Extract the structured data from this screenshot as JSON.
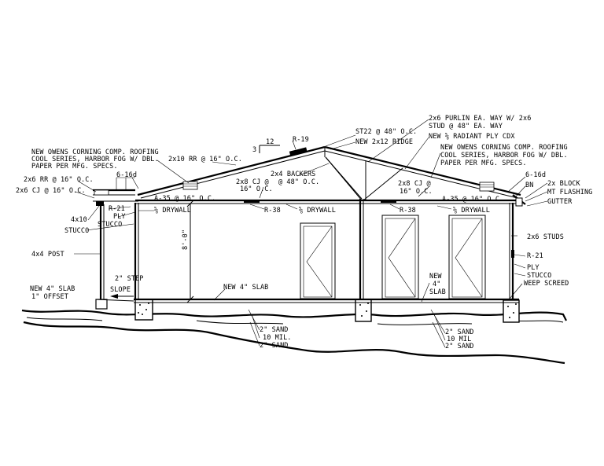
{
  "labels": {
    "roofing_left_1": "NEW OWENS CORNING COMP. ROOFING",
    "roofing_left_2": "COOL SERIES, HARBOR FOG W/ DBL.",
    "roofing_left_3": "PAPER PER MFG. SPECS.",
    "nail_left": "6-16d",
    "rafter_2x6": "2x6 RR @ 16\" O.C.",
    "ceiling_2x6": "2x6 CJ @ 16\" O.C.",
    "rafter_2x10": "2x10 RR @ 16\" O.C.",
    "pitch_rise": "3",
    "pitch_run": "12",
    "insul_r19": "R-19",
    "st22": "ST22 @ 48\" O.C.",
    "ridge": "NEW 2x12 RIDGE",
    "purlin_1": "2x6 PURLIN EA. WAY W/ 2x6",
    "purlin_2": "STUD @ 48\" EA. WAY",
    "radiant_ply": "NEW ⅝ RADIANT PLY CDX",
    "roofing_right_1": "NEW OWENS CORNING COMP. ROOFING",
    "roofing_right_2": "COOL SERIES, HARBOR FOG W/ DBL.",
    "roofing_right_3": "PAPER PER MFG. SPECS.",
    "backers_1": "2x4 BACKERS",
    "backers_2": "@ 48\" O.C.",
    "cj_left_1": "2x8 CJ @",
    "cj_left_2": "16\" O.C.",
    "cj_right_1": "2x8 CJ @",
    "cj_right_2": "16\" O.C.",
    "a35_left": "A-35 @ 16\" O.C.",
    "a35_right": "A-35 @ 16\" O.C.",
    "nail_right": "6-16d",
    "bn": "BN",
    "block_2x": "2x BLOCK",
    "mt_flashing": "MT FLASHING",
    "gutter": "GUTTER",
    "r21_left": "R-21",
    "ply_left": "PLY",
    "stucco_left_1": "STUCCO",
    "stucco_left_2": "STUCCO",
    "beam_4x10": "4x10",
    "drywall_1": "⅝ DRYWALL",
    "drywall_2": "⅝ DRYWALL",
    "drywall_3": "⅝ DRYWALL",
    "r38_left": "R-38",
    "r38_right": "R-38",
    "post_4x4": "4x4 POST",
    "height": "8'-0\"",
    "step": "2\" STEP",
    "slope": "SLOPE",
    "slab_left_1": "NEW 4\" SLAB",
    "slab_left_2": "1\" OFFSET",
    "slab_mid": "NEW 4\" SLAB",
    "slab_right_1": "NEW",
    "slab_right_2": "4\"",
    "slab_right_3": "SLAB",
    "studs_2x6": "2x6 STUDS",
    "r21_right": "R-21",
    "ply_right": "PLY",
    "stucco_right": "STUCCO",
    "weep_screed": "WEEP SCREED",
    "sand_l_1": "2\" SAND",
    "sand_l_2": "10 MIL.",
    "sand_l_3": "2\" SAND",
    "sand_r_1": "2\" SAND",
    "sand_r_2": "10 MIL",
    "sand_r_3": "2\" SAND"
  }
}
